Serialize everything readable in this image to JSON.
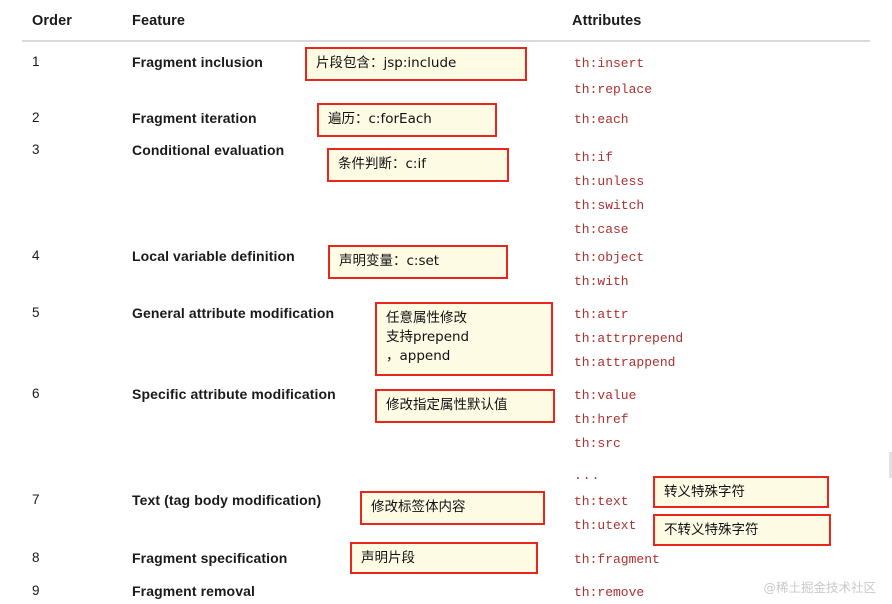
{
  "table": {
    "headers": {
      "order": "Order",
      "feature": "Feature",
      "attributes": "Attributes"
    },
    "rows": [
      {
        "order": "1",
        "feature": "Fragment inclusion",
        "attributes": [
          "th:insert",
          "th:replace"
        ]
      },
      {
        "order": "2",
        "feature": "Fragment iteration",
        "attributes": [
          "th:each"
        ]
      },
      {
        "order": "3",
        "feature": "Conditional evaluation",
        "attributes": [
          "th:if",
          "th:unless",
          "th:switch",
          "th:case"
        ]
      },
      {
        "order": "4",
        "feature": "Local variable definition",
        "attributes": [
          "th:object",
          "th:with"
        ]
      },
      {
        "order": "5",
        "feature": "General attribute modification",
        "attributes": [
          "th:attr",
          "th:attrprepend",
          "th:attrappend"
        ]
      },
      {
        "order": "6",
        "feature": "Specific attribute modification",
        "attributes": [
          "th:value",
          "th:href",
          "th:src",
          "..."
        ]
      },
      {
        "order": "7",
        "feature": "Text (tag body modification)",
        "attributes": [
          "th:text",
          "th:utext"
        ]
      },
      {
        "order": "8",
        "feature": "Fragment specification",
        "attributes": [
          "th:fragment"
        ]
      },
      {
        "order": "9",
        "feature": "Fragment removal",
        "attributes": [
          "th:remove"
        ]
      }
    ]
  },
  "annotations": [
    {
      "id": "anno-fragment-inclusion",
      "text": "片段包含：jsp:include"
    },
    {
      "id": "anno-fragment-iteration",
      "text": "遍历：c:forEach"
    },
    {
      "id": "anno-conditional",
      "text": "条件判断：c:if"
    },
    {
      "id": "anno-local-variable",
      "text": "声明变量：c:set"
    },
    {
      "id": "anno-general-attribute",
      "text": "任意属性修改\n支持prepend\n，append"
    },
    {
      "id": "anno-specific-attribute",
      "text": "修改指定属性默认值"
    },
    {
      "id": "anno-text-body",
      "text": "修改标签体内容"
    },
    {
      "id": "anno-escape",
      "text": "转义特殊字符"
    },
    {
      "id": "anno-no-escape",
      "text": "不转义特殊字符"
    },
    {
      "id": "anno-fragment-spec",
      "text": "声明片段"
    }
  ],
  "watermark": "@稀土掘金技术社区",
  "colors": {
    "annotation_border": "#e8261c",
    "annotation_fill": "#fdfbe4",
    "attribute_text": "#b03030",
    "header_rule": "#d9d9d9"
  }
}
